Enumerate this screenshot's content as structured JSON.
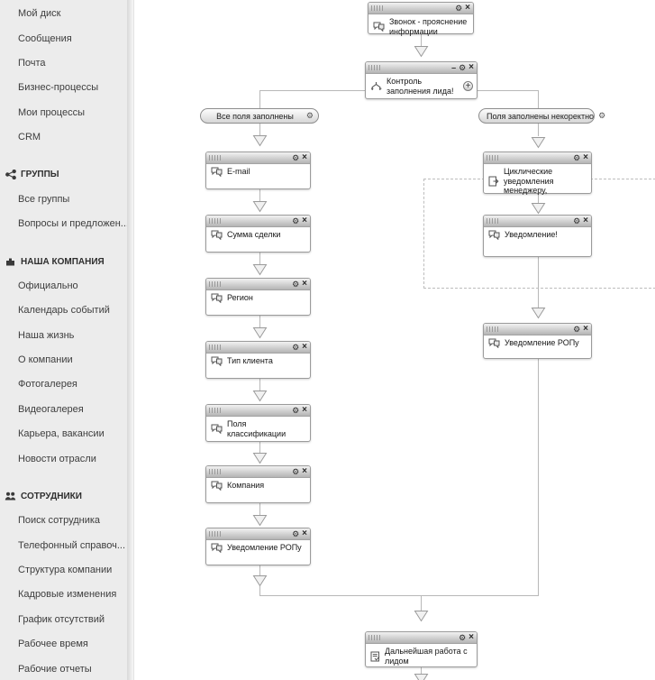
{
  "sidebar": {
    "items": [
      {
        "label": "Мой диск"
      },
      {
        "label": "Сообщения"
      },
      {
        "label": "Почта"
      },
      {
        "label": "Бизнес-процессы"
      },
      {
        "label": "Мои процессы"
      },
      {
        "label": "CRM"
      },
      {
        "label": "ГРУППЫ",
        "icon": "share-icon"
      },
      {
        "label": "Все группы"
      },
      {
        "label": "Вопросы и предложен..."
      },
      {
        "label": "НАША КОМПАНИЯ",
        "icon": "company-icon"
      },
      {
        "label": "Официально"
      },
      {
        "label": "Календарь событий"
      },
      {
        "label": "Наша жизнь"
      },
      {
        "label": "О компании"
      },
      {
        "label": "Фотогалерея"
      },
      {
        "label": "Видеогалерея"
      },
      {
        "label": "Карьера, вакансии"
      },
      {
        "label": "Новости отрасли"
      },
      {
        "label": "СОТРУДНИКИ",
        "icon": "employees-icon"
      },
      {
        "label": "Поиск сотрудника"
      },
      {
        "label": "Телефонный справоч..."
      },
      {
        "label": "Структура компании"
      },
      {
        "label": "Кадровые изменения"
      },
      {
        "label": "График отсутствий"
      },
      {
        "label": "Рабочее время"
      },
      {
        "label": "Рабочие отчеты"
      }
    ]
  },
  "flowchart": {
    "controls": {
      "gear": "⚙",
      "close": "×",
      "minimize": "–",
      "expand": "+"
    },
    "start": {
      "label": "Звонок - прояснение информации"
    },
    "control": {
      "label": "Контроль заполнения лида!"
    },
    "branches": {
      "left": "Все поля заполнены",
      "right": "Поля заполнены некоректно"
    },
    "left_chain": [
      "E-mail",
      "Сумма сделки",
      "Регион",
      "Тип клиента",
      "Поля классификации",
      "Компания",
      "Уведомление РОПу"
    ],
    "right_chain": [
      "Циклические уведомления менеджеру,",
      "Уведомление!",
      "Уведомление РОПу"
    ],
    "end": {
      "label": "Дальнейшая работа с лидом"
    }
  }
}
